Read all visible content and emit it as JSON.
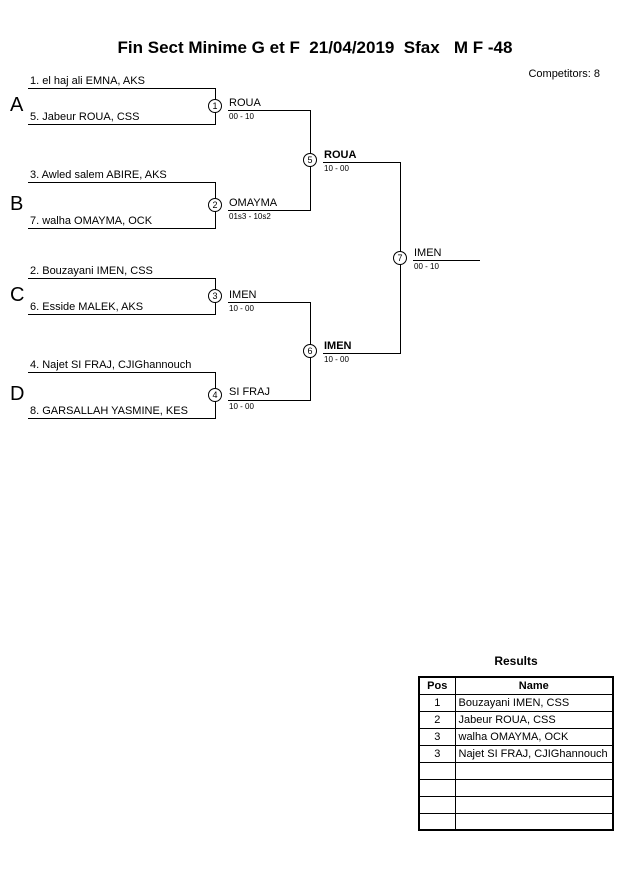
{
  "header": {
    "title": "Fin Sect Minime G et F  21/04/2019  Sfax   M F -48",
    "competitors_label": "Competitors: 8"
  },
  "bracket": {
    "groups": [
      {
        "letter": "A",
        "match_no": "1",
        "top": "1. el haj ali EMNA, AKS",
        "bottom": "5. Jabeur ROUA, CSS",
        "winner": "ROUA",
        "score": "00 - 10"
      },
      {
        "letter": "B",
        "match_no": "2",
        "top": "3. Awled salem ABIRE, AKS",
        "bottom": "7. walha OMAYMA, OCK",
        "winner": "OMAYMA",
        "score": "01s3 - 10s2"
      },
      {
        "letter": "C",
        "match_no": "3",
        "top": "2. Bouzayani IMEN, CSS",
        "bottom": "6. Esside MALEK, AKS",
        "winner": "IMEN",
        "score": "10 - 00"
      },
      {
        "letter": "D",
        "match_no": "4",
        "top": "4. Najet SI FRAJ, CJIGhannouch",
        "bottom": "8. GARSALLAH YASMINE, KES",
        "winner": "SI FRAJ",
        "score": "10 - 00"
      }
    ],
    "semifinals": [
      {
        "match_no": "5",
        "winner": "ROUA",
        "score": "10 - 00"
      },
      {
        "match_no": "6",
        "winner": "IMEN",
        "score": "10 - 00"
      }
    ],
    "final": {
      "match_no": "7",
      "winner": "IMEN",
      "score": "00 - 10"
    }
  },
  "results": {
    "title": "Results",
    "columns": [
      "Pos",
      "Name"
    ],
    "rows": [
      {
        "pos": "1",
        "name": "Bouzayani IMEN, CSS"
      },
      {
        "pos": "2",
        "name": "Jabeur ROUA, CSS"
      },
      {
        "pos": "3",
        "name": "walha OMAYMA, OCK"
      },
      {
        "pos": "3",
        "name": "Najet SI FRAJ, CJIGhannouch"
      }
    ]
  }
}
